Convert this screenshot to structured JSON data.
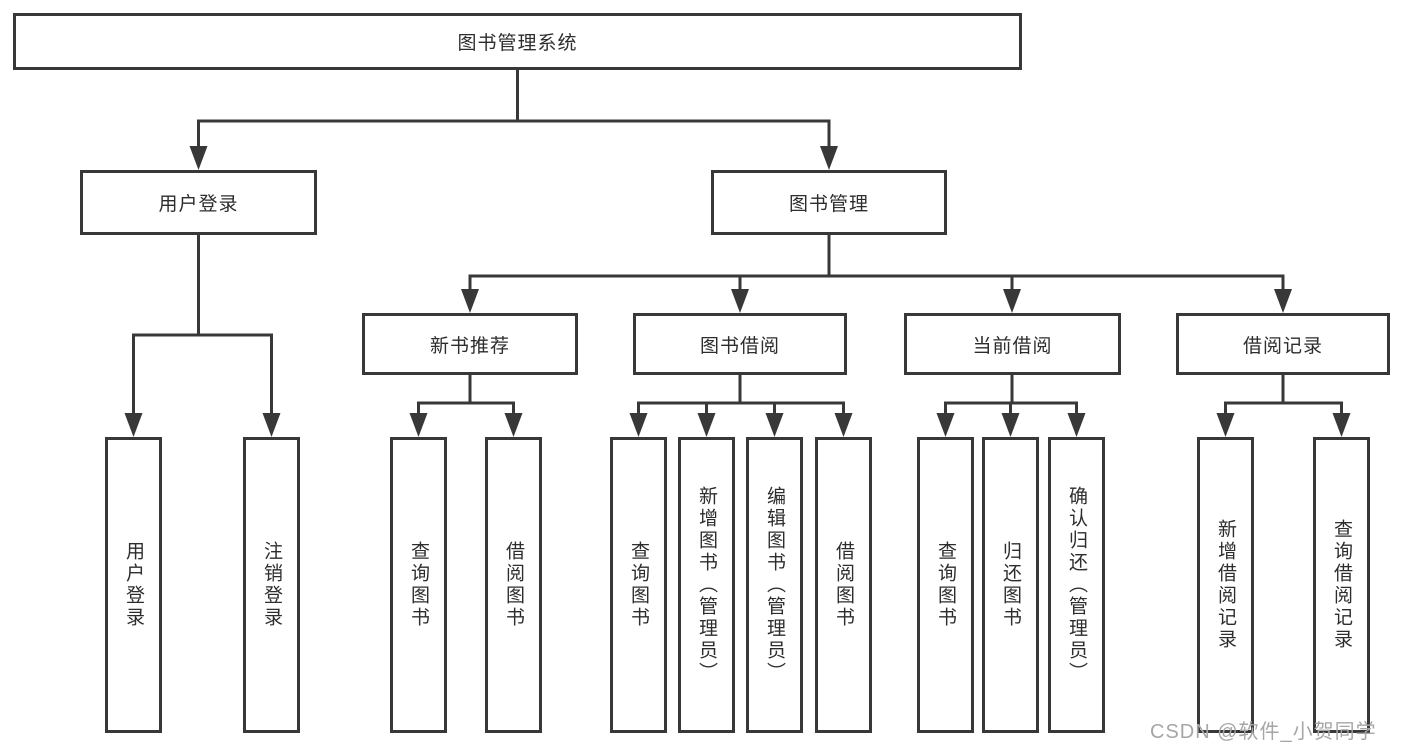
{
  "diagram": {
    "root": {
      "label": "图书管理系统"
    },
    "branches": [
      {
        "label": "用户登录",
        "children": [
          "用户登录",
          "注销登录"
        ]
      },
      {
        "label": "图书管理"
      }
    ],
    "modules": [
      {
        "label": "新书推荐",
        "children": [
          "查询图书",
          "借阅图书"
        ]
      },
      {
        "label": "图书借阅",
        "children": [
          "查询图书",
          "新增图书（管理员）",
          "编辑图书（管理员）",
          "借阅图书"
        ]
      },
      {
        "label": "当前借阅",
        "children": [
          "查询图书",
          "归还图书",
          "确认归还（管理员）"
        ]
      },
      {
        "label": "借阅记录",
        "children": [
          "新增借阅记录",
          "查询借阅记录"
        ]
      }
    ]
  },
  "watermark": {
    "text": "CSDN @软件_小贺同学"
  },
  "colors": {
    "line": "#383838",
    "text": "#2d2d2d",
    "background": "#ffffff",
    "watermark": "#a6a6a6"
  }
}
